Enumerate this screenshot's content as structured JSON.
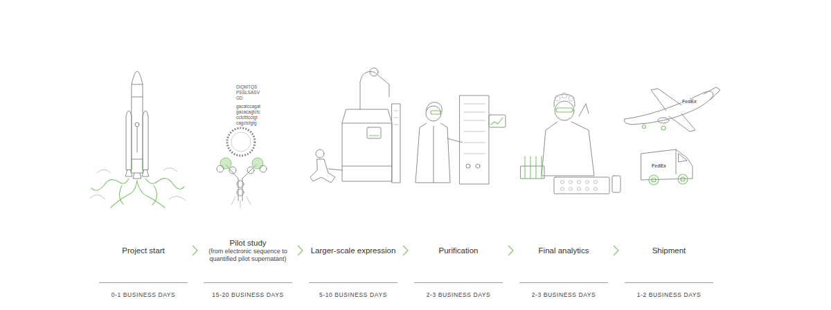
{
  "diagram": {
    "nodes": [
      {
        "text": [
          "Project start",
          "0-1 BUSINESS DAYS"
        ]
      },
      {
        "text": [
          "Pilot study",
          "(from electronic sequence to quantified pilot supernatant)",
          "15-20 BUSINESS DAYS"
        ]
      },
      {
        "text": [
          "Larger-scale expression",
          "5-10 BUSINESS DAYS"
        ]
      },
      {
        "text": [
          "Purification",
          "2-3 BUSINESS DAYS"
        ]
      },
      {
        "text": [
          "Final analytics",
          "2-3 BUSINESS DAYS"
        ]
      },
      {
        "text": [
          "Shipment",
          "1-2 BUSINESS DAYS"
        ]
      }
    ],
    "edges": [
      {
        "from": 0,
        "to": 1,
        "arrow": "to"
      },
      {
        "from": 1,
        "to": 2,
        "arrow": "to"
      },
      {
        "from": 2,
        "to": 3,
        "arrow": "to"
      },
      {
        "from": 3,
        "to": 4,
        "arrow": "to"
      },
      {
        "from": 4,
        "to": 5,
        "arrow": "to"
      }
    ],
    "labels": [
      "DIQMTQS",
      "PSSLSASV",
      "GD",
      "gacatccagat",
      "gacacagtctc",
      "cctctttcctgt",
      "cagctctgtg",
      "FedEx",
      "FedEx"
    ]
  }
}
